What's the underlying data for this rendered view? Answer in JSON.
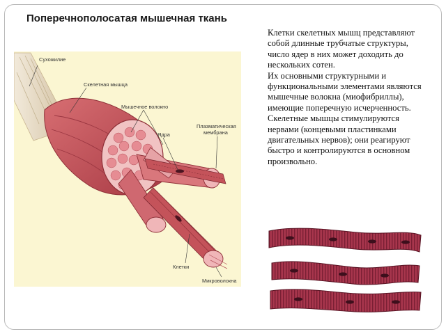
{
  "title": "Поперечнополосатая мышечная ткань",
  "body_paragraphs": [
    "Клетки скелетных мышц представляют собой длинные трубчатые структуры, число ядер в них может доходить до нескольких сотен.",
    "Их основными структурными и функциональными элементами являются мышечные волокна (миофибриллы), имеющие поперечную исчерченность.",
    "Скелетные мышцы стимулируются нервами (концевыми пластинками двигательных нервов); они реагируют быстро и контролируются в основном произвольно."
  ],
  "figure": {
    "labels": {
      "tendon": "Сухожилие",
      "skeletal_muscle": "Скелетная мышца",
      "muscle_fiber": "Мышечное волокно",
      "nuclei": "Ядра",
      "plasma_line1": "Плазматическая",
      "plasma_line2": "мембрана",
      "cells": "Клетки",
      "microfibrils": "Микроволокна"
    },
    "colors": {
      "panel_bg": "#fbf6d2",
      "muscle": "#c4535a",
      "muscle_dark": "#8e2f37",
      "muscle_light": "#e9aaaa",
      "tendon": "#e8dcc6"
    }
  },
  "fiber_strip_colors": {
    "fill": "#a8364d",
    "stripe": "#7a1f34",
    "nucleus": "#3d0f1c"
  }
}
